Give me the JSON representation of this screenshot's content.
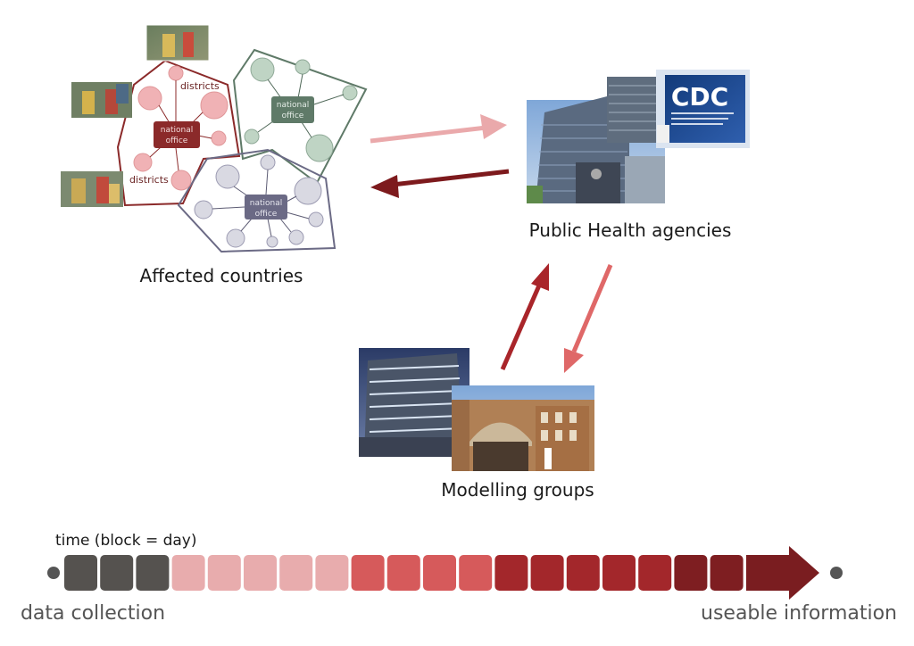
{
  "labels": {
    "districts_top": "districts",
    "districts_bottom": "districts",
    "national_office": "national\noffice",
    "affected_countries": "Affected countries",
    "public_health_agencies": "Public Health agencies",
    "modelling_groups": "Modelling groups",
    "cdc_logo": "CDC",
    "time_caption": "time (block = day)",
    "data_collection": "data collection",
    "useable_information": "useable information"
  },
  "timeline": {
    "blocks": [
      {
        "color": "#55524f"
      },
      {
        "color": "#55524f"
      },
      {
        "color": "#55524f"
      },
      {
        "color": "#e8acad"
      },
      {
        "color": "#e8acad"
      },
      {
        "color": "#e8acad"
      },
      {
        "color": "#e8acad"
      },
      {
        "color": "#e8acad"
      },
      {
        "color": "#d65a5b"
      },
      {
        "color": "#d65a5b"
      },
      {
        "color": "#d65a5b"
      },
      {
        "color": "#d65a5b"
      },
      {
        "color": "#a3272b"
      },
      {
        "color": "#a3272b"
      },
      {
        "color": "#a3272b"
      },
      {
        "color": "#a3272b"
      },
      {
        "color": "#a3272b"
      },
      {
        "color": "#7e1e21"
      },
      {
        "color": "#7e1e21"
      }
    ],
    "arrow_color": "#7a1d20",
    "endpoint_color": "#555555"
  },
  "colors": {
    "red_country": "#8b2a2a",
    "green_country": "#5f7a68",
    "purple_country": "#6b6a85",
    "arrow_light": "#eaa9ab",
    "arrow_dark": "#7d1a1d",
    "arrow_mid": "#a9252a",
    "arrow_salmon": "#df6868"
  },
  "icons": {
    "field_photos": "field-worker-photo",
    "agency_photos": "agency-building-photo",
    "modelling_photos": "university-building-photo"
  }
}
